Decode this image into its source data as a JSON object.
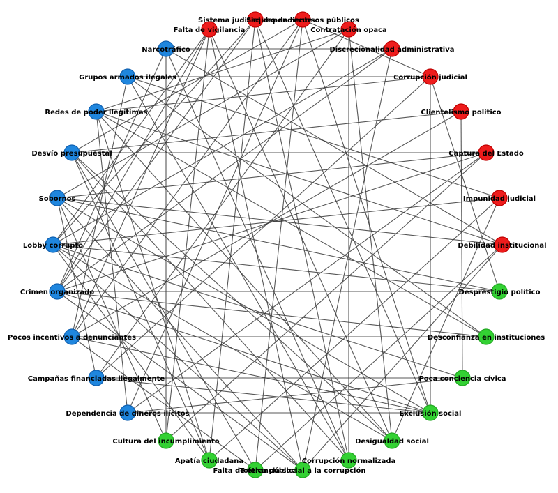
{
  "colors": {
    "red": "#ee1c1c",
    "red_stroke": "#c00000",
    "blue": "#1f86de",
    "blue_stroke": "#1060b0",
    "green": "#33d133",
    "green_stroke": "#22a822",
    "edge": "#3a3a3a"
  },
  "nodes": [
    {
      "id": "sistema_judicial",
      "label": "Sistema judicial dependiente",
      "group": "red"
    },
    {
      "id": "saqueo_recursos",
      "label": "Saqueo de recursos públicos",
      "group": "red"
    },
    {
      "id": "contratacion_opaca",
      "label": "Contratación opaca",
      "group": "red"
    },
    {
      "id": "discrecionalidad",
      "label": "Discrecionalidad administrativa",
      "group": "red"
    },
    {
      "id": "corrupcion_judicial",
      "label": "Corrupción judicial",
      "group": "red"
    },
    {
      "id": "clientelismo",
      "label": "Clientelismo político",
      "group": "red"
    },
    {
      "id": "captura_estado",
      "label": "Captura del Estado",
      "group": "red"
    },
    {
      "id": "impunidad",
      "label": "Impunidad judicial",
      "group": "red"
    },
    {
      "id": "debilidad",
      "label": "Debilidad institucional",
      "group": "red"
    },
    {
      "id": "desprestigio",
      "label": "Desprestigio político",
      "group": "green"
    },
    {
      "id": "desconfianza",
      "label": "Desconfianza en instituciones",
      "group": "green"
    },
    {
      "id": "poca_conciencia",
      "label": "Poca conciencia cívica",
      "group": "green"
    },
    {
      "id": "exclusion",
      "label": "Exclusión social",
      "group": "green"
    },
    {
      "id": "desigualdad",
      "label": "Desigualdad social",
      "group": "green"
    },
    {
      "id": "corrupcion_normalizada",
      "label": "Corrupción normalizada",
      "group": "green"
    },
    {
      "id": "tolerancia",
      "label": "Tolerancia social a la corrupción",
      "group": "green"
    },
    {
      "id": "falta_etica",
      "label": "Falta de ética pública",
      "group": "green"
    },
    {
      "id": "apatia",
      "label": "Apatía ciudadana",
      "group": "green"
    },
    {
      "id": "cultura_incumplimiento",
      "label": "Cultura del incumplimiento",
      "group": "green"
    },
    {
      "id": "dependencia",
      "label": "Dependencia de dineros ilícitos",
      "group": "blue"
    },
    {
      "id": "campanas",
      "label": "Campañas financiadas ilegalmente",
      "group": "blue"
    },
    {
      "id": "pocos_incentivos",
      "label": "Pocos incentivos a denunciantes",
      "group": "blue"
    },
    {
      "id": "crimen",
      "label": "Crimen organizado",
      "group": "blue"
    },
    {
      "id": "lobby",
      "label": "Lobby corrupto",
      "group": "blue"
    },
    {
      "id": "sobornos",
      "label": "Sobornos",
      "group": "blue"
    },
    {
      "id": "desvio",
      "label": "Desvío presupuestal",
      "group": "blue"
    },
    {
      "id": "redes",
      "label": "Redes de poder ilegítimas",
      "group": "blue"
    },
    {
      "id": "grupos_armados",
      "label": "Grupos armados ilegales",
      "group": "blue"
    },
    {
      "id": "narcotrafico",
      "label": "Narcotráfico",
      "group": "blue"
    },
    {
      "id": "falta_vigilancia",
      "label": "Falta de vigilancia",
      "group": "red"
    }
  ],
  "edges": [
    [
      "sistema_judicial",
      "crimen"
    ],
    [
      "sistema_judicial",
      "lobby"
    ],
    [
      "sistema_judicial",
      "exclusion"
    ],
    [
      "sistema_judicial",
      "corrupcion_normalizada"
    ],
    [
      "sistema_judicial",
      "apatia"
    ],
    [
      "saqueo_recursos",
      "desvio"
    ],
    [
      "saqueo_recursos",
      "pocos_incentivos"
    ],
    [
      "saqueo_recursos",
      "dependencia"
    ],
    [
      "saqueo_recursos",
      "exclusion"
    ],
    [
      "saqueo_recursos",
      "falta_etica"
    ],
    [
      "saqueo_recursos",
      "corrupcion_judicial"
    ],
    [
      "contratacion_opaca",
      "sobornos"
    ],
    [
      "contratacion_opaca",
      "campanas"
    ],
    [
      "contratacion_opaca",
      "corrupcion_normalizada"
    ],
    [
      "contratacion_opaca",
      "desigualdad"
    ],
    [
      "contratacion_opaca",
      "redes"
    ],
    [
      "discrecionalidad",
      "narcotrafico"
    ],
    [
      "discrecionalidad",
      "lobby"
    ],
    [
      "discrecionalidad",
      "crimen"
    ],
    [
      "discrecionalidad",
      "tolerancia"
    ],
    [
      "corrupcion_judicial",
      "grupos_armados"
    ],
    [
      "corrupcion_judicial",
      "redes"
    ],
    [
      "corrupcion_judicial",
      "desprestigio"
    ],
    [
      "corrupcion_judicial",
      "exclusion"
    ],
    [
      "corrupcion_judicial",
      "campanas"
    ],
    [
      "clientelismo",
      "desvio"
    ],
    [
      "clientelismo",
      "pocos_incentivos"
    ],
    [
      "clientelismo",
      "poca_conciencia"
    ],
    [
      "captura_estado",
      "desvio"
    ],
    [
      "captura_estado",
      "sobornos"
    ],
    [
      "captura_estado",
      "crimen"
    ],
    [
      "captura_estado",
      "dependencia"
    ],
    [
      "captura_estado",
      "cultura_incumplimiento"
    ],
    [
      "impunidad",
      "grupos_armados"
    ],
    [
      "impunidad",
      "lobby"
    ],
    [
      "impunidad",
      "desigualdad"
    ],
    [
      "impunidad",
      "apatia"
    ],
    [
      "debilidad",
      "sobornos"
    ],
    [
      "debilidad",
      "redes"
    ],
    [
      "debilidad",
      "narcotrafico"
    ],
    [
      "debilidad",
      "falta_etica"
    ],
    [
      "debilidad",
      "tolerancia"
    ],
    [
      "desprestigio",
      "lobby"
    ],
    [
      "desprestigio",
      "crimen"
    ],
    [
      "desprestigio",
      "sobornos"
    ],
    [
      "desconfianza",
      "redes"
    ],
    [
      "desconfianza",
      "grupos_armados"
    ],
    [
      "desconfianza",
      "crimen"
    ],
    [
      "desconfianza",
      "pocos_incentivos"
    ],
    [
      "poca_conciencia",
      "campanas"
    ],
    [
      "poca_conciencia",
      "lobby"
    ],
    [
      "poca_conciencia",
      "dependencia"
    ],
    [
      "exclusion",
      "campanas"
    ],
    [
      "exclusion",
      "pocos_incentivos"
    ],
    [
      "exclusion",
      "sobornos"
    ],
    [
      "exclusion",
      "crimen"
    ],
    [
      "exclusion",
      "dependencia"
    ],
    [
      "desigualdad",
      "redes"
    ],
    [
      "desigualdad",
      "lobby"
    ],
    [
      "desigualdad",
      "falta_vigilancia"
    ],
    [
      "corrupcion_normalizada",
      "narcotrafico"
    ],
    [
      "corrupcion_normalizada",
      "desvio"
    ],
    [
      "corrupcion_normalizada",
      "grupos_armados"
    ],
    [
      "tolerancia",
      "crimen"
    ],
    [
      "tolerancia",
      "sobornos"
    ],
    [
      "tolerancia",
      "falta_vigilancia"
    ],
    [
      "falta_etica",
      "desvio"
    ],
    [
      "falta_etica",
      "pocos_incentivos"
    ],
    [
      "apatia",
      "lobby"
    ],
    [
      "apatia",
      "redes"
    ],
    [
      "apatia",
      "desvio"
    ],
    [
      "cultura_incumplimiento",
      "narcotrafico"
    ],
    [
      "cultura_incumplimiento",
      "falta_vigilancia"
    ],
    [
      "cultura_incumplimiento",
      "sobornos"
    ],
    [
      "falta_vigilancia",
      "lobby"
    ],
    [
      "falta_vigilancia",
      "pocos_incentivos"
    ],
    [
      "falta_vigilancia",
      "crimen"
    ],
    [
      "narcotrafico",
      "crimen"
    ],
    [
      "grupos_armados",
      "pocos_incentivos"
    ],
    [
      "redes",
      "dependencia"
    ],
    [
      "sobornos",
      "campanas"
    ],
    [
      "desvio",
      "desigualdad"
    ],
    [
      "lobby",
      "tolerancia"
    ]
  ]
}
